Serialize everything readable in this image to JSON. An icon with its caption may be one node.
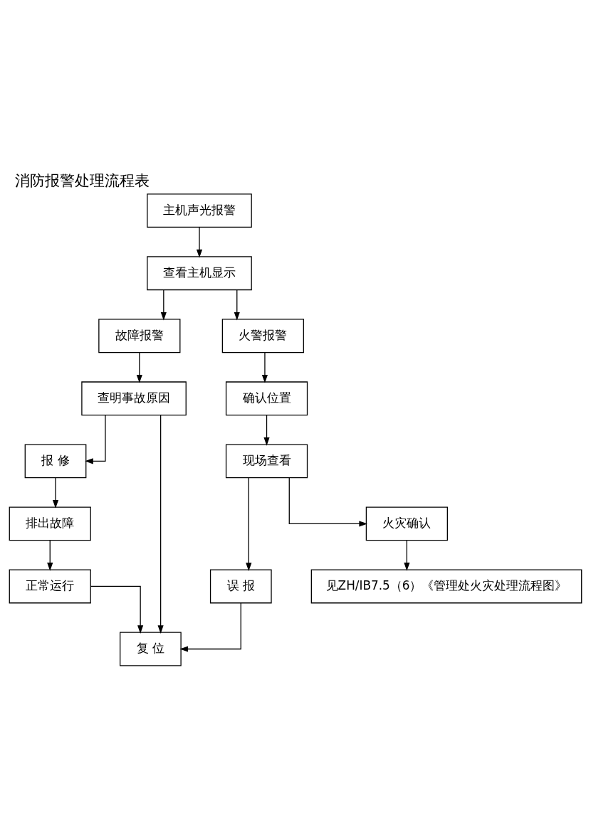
{
  "diagram": {
    "title": "消防报警处理流程表",
    "nodes": [
      {
        "text": [
          "主机声光报警"
        ]
      },
      {
        "text": [
          "查看主机显示"
        ]
      },
      {
        "text": [
          "故障报警"
        ]
      },
      {
        "text": [
          "火警报警"
        ]
      },
      {
        "text": [
          "查明事故原因"
        ]
      },
      {
        "text": [
          "确认位置"
        ]
      },
      {
        "text": [
          "报 修"
        ]
      },
      {
        "text": [
          "现场查看"
        ]
      },
      {
        "text": [
          "排出故障"
        ]
      },
      {
        "text": [
          "误 报"
        ]
      },
      {
        "text": [
          "火灾确认"
        ]
      },
      {
        "text": [
          "正常运行"
        ]
      },
      {
        "text": [
          "复 位"
        ]
      },
      {
        "text": [
          "见ZH/IB7.5（6）《管理处火灾处理流程图》"
        ]
      }
    ],
    "edges": [
      {
        "from": 0,
        "to": 1,
        "arrow": "to"
      },
      {
        "from": 1,
        "to": 2,
        "arrow": "to"
      },
      {
        "from": 1,
        "to": 3,
        "arrow": "to"
      },
      {
        "from": 2,
        "to": 4,
        "arrow": "to"
      },
      {
        "from": 4,
        "to": 6,
        "arrow": "to"
      },
      {
        "from": 6,
        "to": 8,
        "arrow": "to"
      },
      {
        "from": 8,
        "to": 11,
        "arrow": "to"
      },
      {
        "from": 4,
        "to": 12,
        "arrow": "to"
      },
      {
        "from": 11,
        "to": 12,
        "arrow": "to"
      },
      {
        "from": 3,
        "to": 5,
        "arrow": "to"
      },
      {
        "from": 5,
        "to": 7,
        "arrow": "to"
      },
      {
        "from": 7,
        "to": 9,
        "arrow": "to"
      },
      {
        "from": 7,
        "to": 10,
        "arrow": "to"
      },
      {
        "from": 9,
        "to": 12,
        "arrow": "to"
      },
      {
        "from": 10,
        "to": 13,
        "arrow": "to"
      }
    ]
  }
}
